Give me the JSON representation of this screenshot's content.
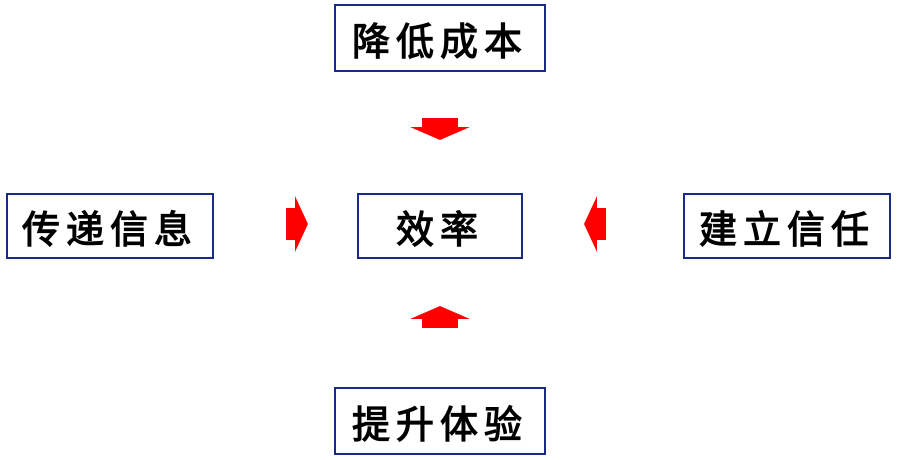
{
  "diagram": {
    "center": "效率",
    "top": "降低成本",
    "left": "传递信息",
    "right": "建立信任",
    "bottom": "提升体验"
  },
  "colors": {
    "box_border": "#1a2a8a",
    "arrow": "#ff0000",
    "text": "#000000"
  }
}
